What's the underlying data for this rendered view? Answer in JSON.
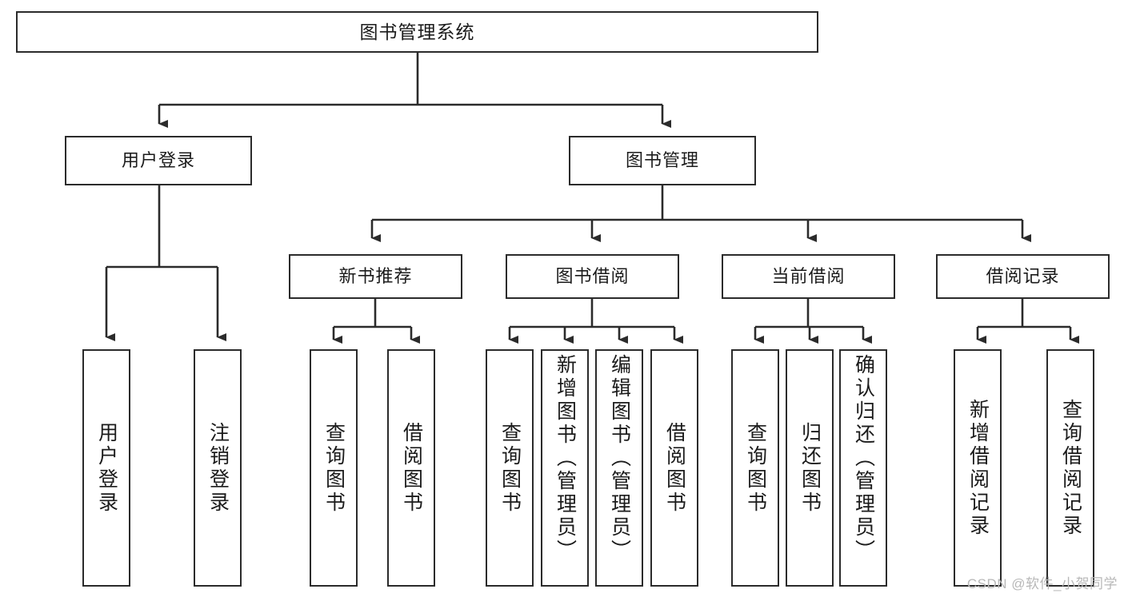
{
  "diagram": {
    "title": "图书管理系统",
    "type": "tree",
    "root": {
      "label": "图书管理系统"
    },
    "level2": [
      {
        "label": "用户登录"
      },
      {
        "label": "图书管理"
      }
    ],
    "level3": [
      {
        "label": "新书推荐"
      },
      {
        "label": "图书借阅"
      },
      {
        "label": "当前借阅"
      },
      {
        "label": "借阅记录"
      }
    ],
    "leaves": {
      "user_login": [
        {
          "label": "用户登录"
        },
        {
          "label": "注销登录"
        }
      ],
      "new_book_recommend": [
        {
          "label": "查询图书"
        },
        {
          "label": "借阅图书"
        }
      ],
      "book_borrow": [
        {
          "label": "查询图书"
        },
        {
          "label": "新增图书（管理员）"
        },
        {
          "label": "编辑图书（管理员）"
        },
        {
          "label": "借阅图书"
        }
      ],
      "current_borrow": [
        {
          "label": "查询图书"
        },
        {
          "label": "归还图书"
        },
        {
          "label": "确认归还（管理员）"
        }
      ],
      "borrow_record": [
        {
          "label": "新增借阅记录"
        },
        {
          "label": "查询借阅记录"
        }
      ]
    }
  },
  "watermark": {
    "text": "CSDN @软件_小贺同学"
  },
  "colors": {
    "stroke": "#2b2b2b",
    "fill": "#ffffff",
    "text": "#1b1b1b",
    "watermark": "#b8b8b8"
  }
}
